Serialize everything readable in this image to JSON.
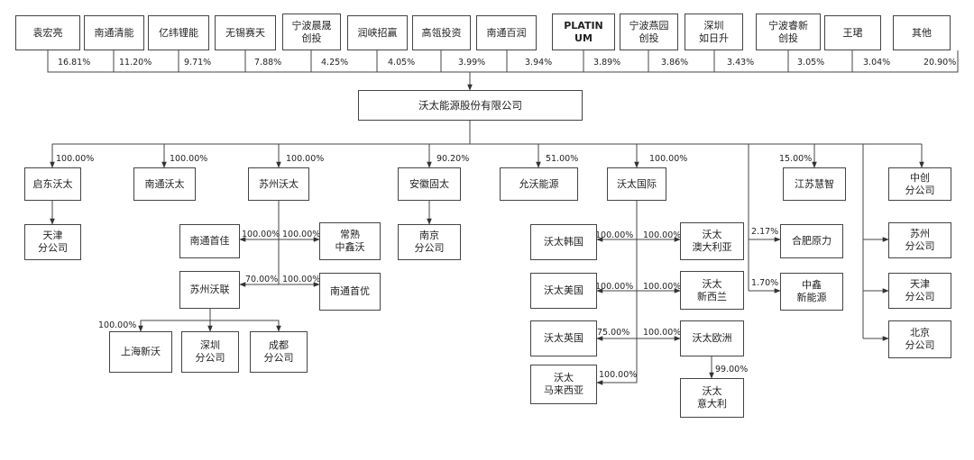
{
  "shareholders": [
    {
      "name": "袁宏亮",
      "pct": "16.81%"
    },
    {
      "name": "南通清能",
      "pct": "11.20%"
    },
    {
      "name": "亿纬锂能",
      "pct": "9.71%"
    },
    {
      "name": "无锡赛天",
      "pct": "7.88%"
    },
    {
      "name": "宁波晨晟\n创投",
      "pct": "4.25%"
    },
    {
      "name": "润峡招赢",
      "pct": "4.05%"
    },
    {
      "name": "高瓴投资",
      "pct": "3.99%"
    },
    {
      "name": "南通百润",
      "pct": "3.94%"
    },
    {
      "name": "PLATIN\nUM",
      "pct": "3.89%"
    },
    {
      "name": "宁波燕园\n创投",
      "pct": "3.86%"
    },
    {
      "name": "深圳\n如日升",
      "pct": "3.43%"
    },
    {
      "name": "宁波睿新\n创投",
      "pct": "3.05%"
    },
    {
      "name": "王珺",
      "pct": "3.04%"
    },
    {
      "name": "其他",
      "pct": "20.90%"
    }
  ],
  "company": {
    "name": "沃太能源股份有限公司"
  },
  "subsidiaries": {
    "qidong": {
      "name": "启东沃太",
      "pct": "100.00%"
    },
    "nantong": {
      "name": "南通沃太",
      "pct": "100.00%"
    },
    "suzhou": {
      "name": "苏州沃太",
      "pct": "100.00%"
    },
    "anhui": {
      "name": "安徽固太",
      "pct": "90.20%"
    },
    "yunwo": {
      "name": "允沃能源",
      "pct": "51.00%"
    },
    "intl": {
      "name": "沃太国际",
      "pct": "100.00%"
    },
    "jiangsu_huizhi": {
      "name": "江苏慧智",
      "pct": "15.00%"
    },
    "hefei_yuanli": {
      "name": "合肥原力",
      "pct": "2.17%"
    },
    "zhongxin_energy": {
      "name": "中鑫\n新能源",
      "pct": "1.70%"
    }
  },
  "branches": {
    "tianjin_qidong": {
      "name": "天津\n分公司"
    },
    "nanjing": {
      "name": "南京\n分公司"
    },
    "zhongchuang": {
      "name": "中创\n分公司"
    },
    "suzhou_branch": {
      "name": "苏州\n分公司"
    },
    "tianjin_branch": {
      "name": "天津\n分公司"
    },
    "beijing_branch": {
      "name": "北京\n分公司"
    }
  },
  "suzhou_children": {
    "nantong_shoujia": {
      "name": "南通首佳",
      "pct": "100.00%"
    },
    "changshu_zhongxinwo": {
      "name": "常熟\n中鑫沃",
      "pct": "100.00%"
    },
    "suzhou_wolian": {
      "name": "苏州沃联",
      "pct": "70.00%"
    },
    "nantong_shouyou": {
      "name": "南通首优",
      "pct": "100.00%"
    }
  },
  "wolian_children": {
    "shanghai_xinwo": {
      "name": "上海新沃",
      "pct": "100.00%"
    },
    "shenzhen_branch": {
      "name": "深圳\n分公司"
    },
    "chengdu_branch": {
      "name": "成都\n分公司"
    }
  },
  "intl_children": {
    "korea": {
      "name": "沃太韩国",
      "pct": "100.00%"
    },
    "australia": {
      "name": "沃太\n澳大利亚",
      "pct": "100.00%"
    },
    "usa": {
      "name": "沃太美国",
      "pct": "100.00%"
    },
    "newzealand": {
      "name": "沃太\n新西兰",
      "pct": "100.00%"
    },
    "uk": {
      "name": "沃太英国",
      "pct": "75.00%"
    },
    "europe": {
      "name": "沃太欧洲",
      "pct": "100.00%"
    },
    "malaysia": {
      "name": "沃太\n马来西亚",
      "pct": "100.00%"
    },
    "italy": {
      "name": "沃太\n意大利",
      "pct": "99.00%"
    }
  }
}
